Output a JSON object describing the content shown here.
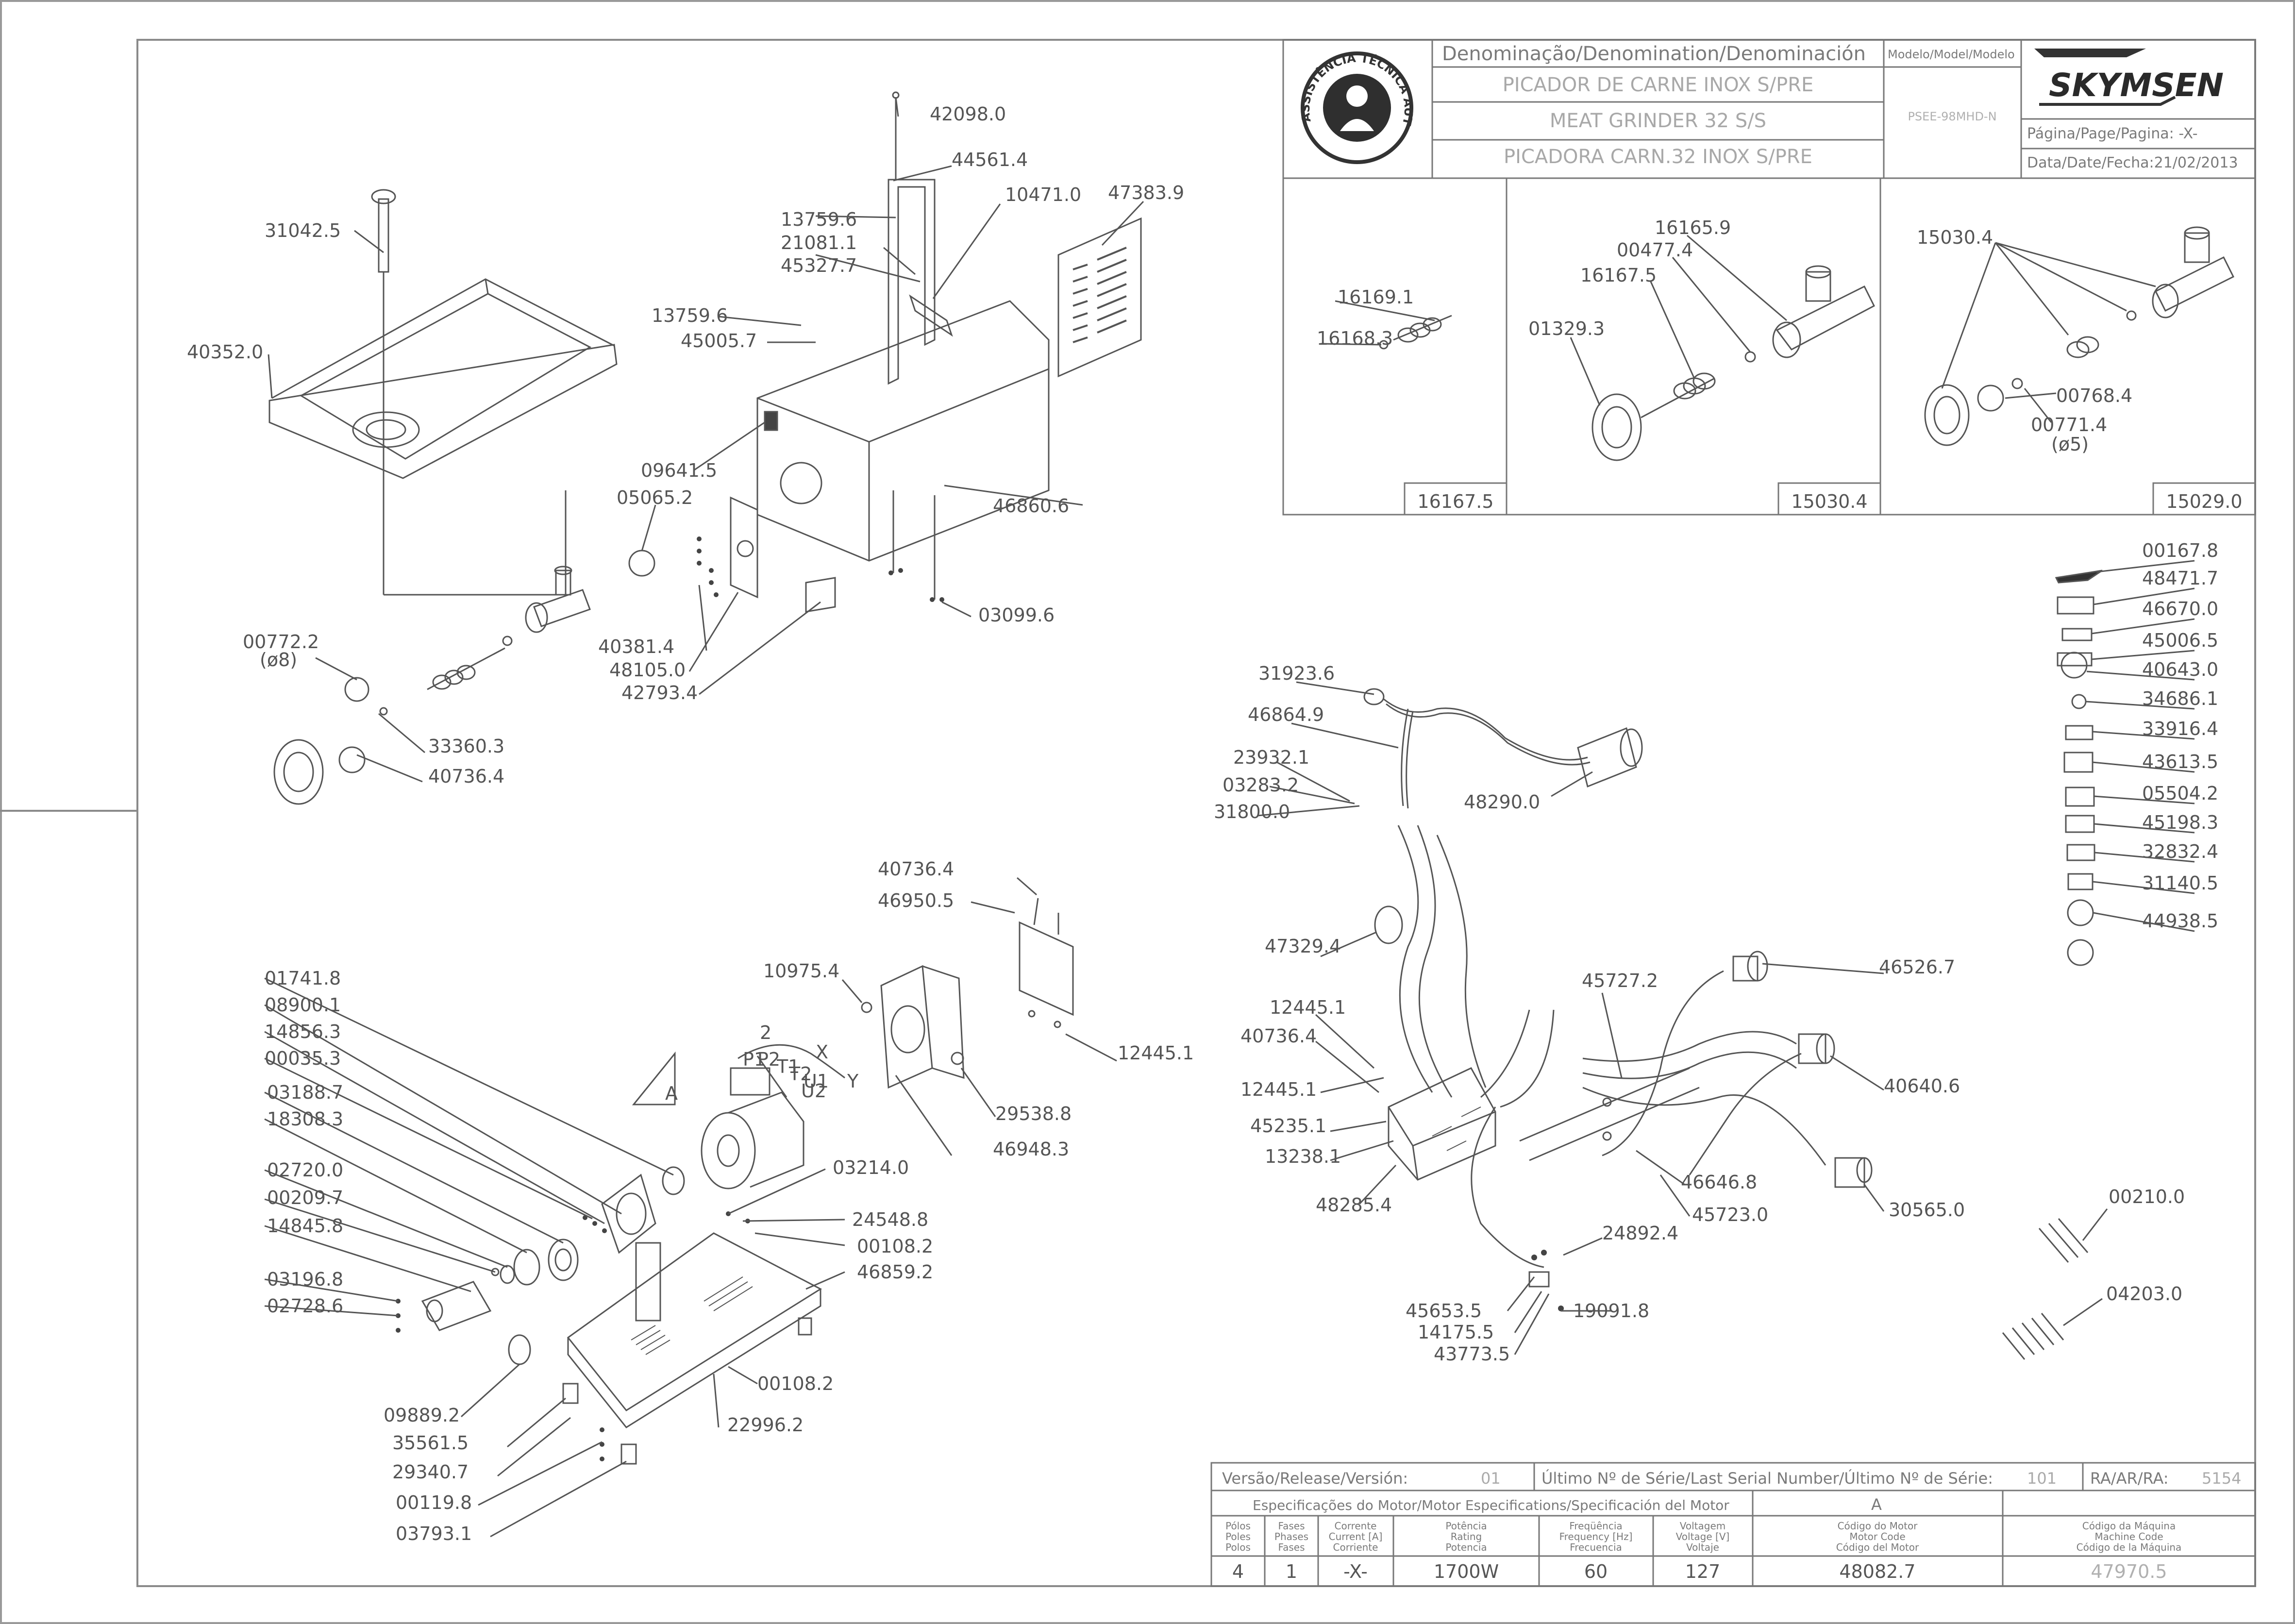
{
  "title_block": {
    "denomination_header": "Denominação/Denomination/Denominación",
    "model_header": "Modelo/Model/Modelo",
    "name_pt": "PICADOR DE CARNE INOX S/PRE",
    "name_en": "MEAT GRINDER 32 S/S",
    "name_es": "PICADORA CARN.32 INOX S/PRE",
    "model_value": "PSEE-98MHD-N",
    "page_label": "Página/Page/Pagina:",
    "page_value": "-X-",
    "date_label": "Data/Date/Fecha:",
    "date_value": "21/02/2013",
    "brand": "SKYMSEN",
    "seal_text": "ASSISTÊNCIA TÉCNICA AUTORIZADA"
  },
  "variant_panels": [
    {
      "code": "16167.5",
      "parts": [
        "16169.1",
        "16168.3"
      ]
    },
    {
      "code": "15030.4",
      "parts": [
        "16165.9",
        "00477.4",
        "16167.5",
        "01329.3"
      ]
    },
    {
      "code": "15029.0",
      "parts": [
        "15030.4",
        "00768.4",
        "00771.4",
        "(ø5)"
      ]
    }
  ],
  "labels_column": [
    "00167.8",
    "48471.7",
    "46670.0",
    "45006.5",
    "40643.0",
    "34686.1",
    "33916.4",
    "43613.5",
    "05504.2",
    "45198.3",
    "32832.4",
    "31140.5",
    "44938.5"
  ],
  "drawing_labels": {
    "upper_left": [
      "42098.0",
      "44561.4",
      "10471.0",
      "47383.9",
      "13759.6",
      "21081.1",
      "45327.7",
      "13759.6",
      "45005.7",
      "31042.5",
      "40352.0",
      "09641.5",
      "05065.2",
      "46860.6",
      "03099.6",
      "40381.4",
      "48105.0",
      "42793.4",
      "00772.2",
      "(ø8)",
      "33360.3",
      "40736.4"
    ],
    "lower_left": [
      "40736.4",
      "46950.5",
      "10975.4",
      "12445.1",
      "29538.8",
      "46948.3",
      "01741.8",
      "08900.1",
      "14856.3",
      "00035.3",
      "03188.7",
      "18308.3",
      "02720.0",
      "00209.7",
      "14845.8",
      "03196.8",
      "02728.6",
      "03214.0",
      "24548.8",
      "00108.2",
      "46859.2",
      "00108.2",
      "22996.2",
      "09889.2",
      "35561.5",
      "29340.7",
      "00119.8",
      "03793.1"
    ],
    "electrical": [
      "31923.6",
      "46864.9",
      "23932.1",
      "03283.2",
      "31800.0",
      "48290.0",
      "47329.4",
      "45727.2",
      "46526.7",
      "12445.1",
      "40736.4",
      "12445.1",
      "45235.1",
      "13238.1",
      "48285.4",
      "40640.6",
      "46646.8",
      "45723.0",
      "30565.0",
      "24892.4",
      "45653.5",
      "14175.5",
      "19091.8",
      "43773.5",
      "00210.0",
      "04203.0"
    ],
    "motor_marker": "A",
    "motor_wire_marks": [
      "2",
      "P1",
      "P2",
      "T1",
      "T2",
      "X",
      "Y",
      "U1",
      "U2"
    ]
  },
  "release_row": {
    "version_label": "Versão/Release/Versión:",
    "version_value": "01",
    "serial_label": "Último Nº de Série/Last Serial Number/Último Nº de Série:",
    "serial_value": "101",
    "ra_label": "RA/AR/RA:",
    "ra_value": "5154"
  },
  "motor_specs": {
    "header": "Especificações do Motor/Motor Especifications/Specificación del Motor",
    "marker": "A",
    "columns": [
      {
        "label": [
          "Pólos",
          "Poles",
          "Polos"
        ],
        "value": "4"
      },
      {
        "label": [
          "Fases",
          "Phases",
          "Fases"
        ],
        "value": "1"
      },
      {
        "label": [
          "Corrente",
          "Current [A]",
          "Corriente"
        ],
        "value": "-X-"
      },
      {
        "label": [
          "Potência",
          "Rating",
          "Potencia"
        ],
        "value": "1700W"
      },
      {
        "label": [
          "Freqüência",
          "Frequency [Hz]",
          "Frecuencia"
        ],
        "value": "60"
      },
      {
        "label": [
          "Voltagem",
          "Voltage [V]",
          "Voltaje"
        ],
        "value": "127"
      },
      {
        "label": [
          "Código do Motor",
          "Motor Code",
          "Código del Motor"
        ],
        "value": "48082.7"
      },
      {
        "label": [
          "Código da Máquina",
          "Machine Code",
          "Código de la Máquina"
        ],
        "value": "47970.5"
      }
    ]
  }
}
